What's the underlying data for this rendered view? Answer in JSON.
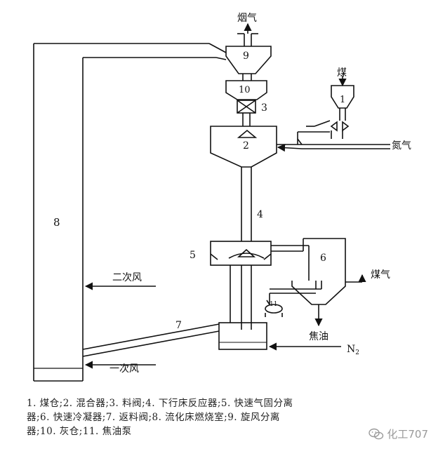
{
  "labels": {
    "n1": "1",
    "n2": "2",
    "n3": "3",
    "n4": "4",
    "n5": "5",
    "n6": "6",
    "n7": "7",
    "n8": "8",
    "n9": "9",
    "n10": "10",
    "n11": "11",
    "flue_gas": "烟气",
    "coal": "煤",
    "nitrogen_top": "氮气",
    "secondary_air": "二次风",
    "primary_air": "一次风",
    "gas_out": "煤气",
    "tar": "焦油",
    "n2_in": "N",
    "n2_sub": "2"
  },
  "caption": {
    "line1": "1. 煤仓;2. 混合器;3. 料阀;4. 下行床反应器;5. 快速气固分离",
    "line2": "器;6. 快速冷凝器;7. 返料阀;8. 流化床燃烧室;9. 旋风分离",
    "line3": "器;10. 灰仓;11. 焦油泵"
  },
  "watermark": {
    "text": "化工707",
    "icon": "wechat-icon"
  }
}
